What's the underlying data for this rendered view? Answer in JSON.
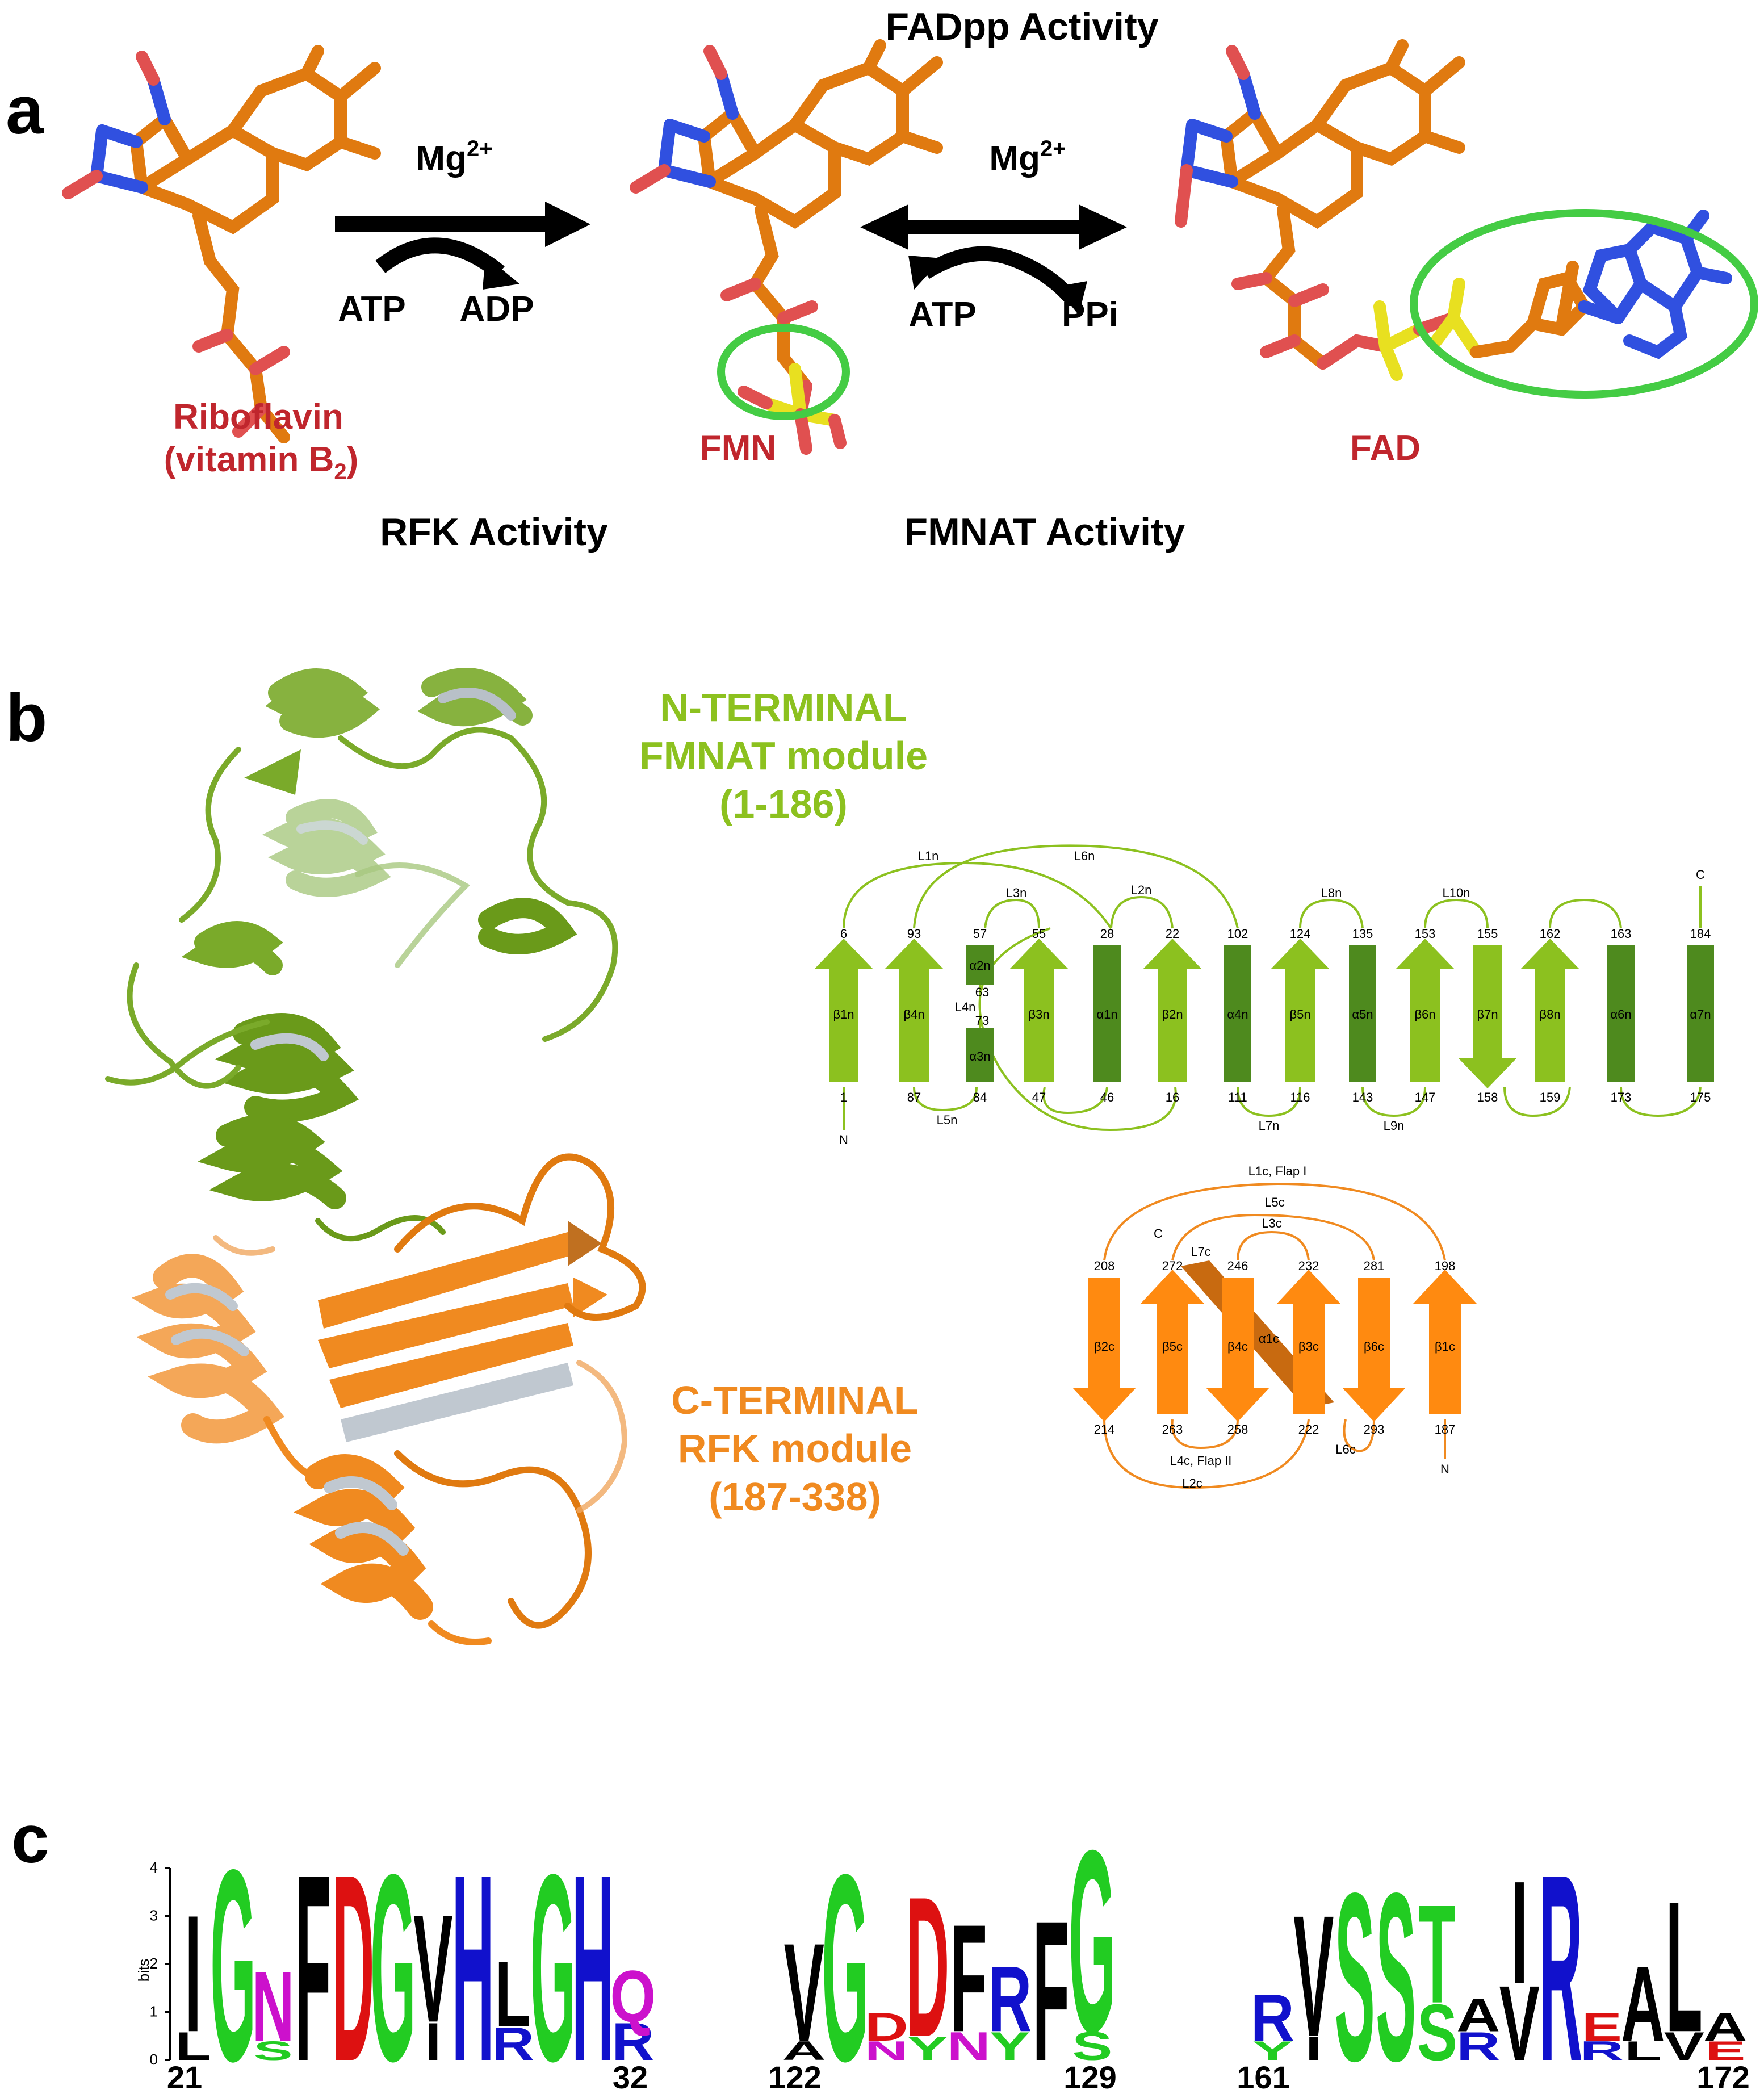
{
  "panel_a": {
    "label": "a",
    "top_title": "FADpp Activity",
    "reaction1": {
      "cofactor_base": "Mg",
      "cofactor_sup": "2+",
      "substrate": "ATP",
      "product": "ADP"
    },
    "reaction2": {
      "cofactor_base": "Mg",
      "cofactor_sup": "2+",
      "substrate": "ATP",
      "product": "PPi"
    },
    "molecules": {
      "riboflavin_line1": "Riboflavin",
      "riboflavin_line2_prefix": "(vitamin B",
      "riboflavin_line2_sub": "2",
      "riboflavin_line2_suffix": ")",
      "fmn": "FMN",
      "fad": "FAD"
    },
    "activity_rfk": "RFK Activity",
    "activity_fmnat": "FMNAT Activity"
  },
  "panel_b": {
    "label": "b",
    "n_module": {
      "line1": "N-TERMINAL",
      "line2": "FMNAT module",
      "line3": "(1-186)"
    },
    "c_module": {
      "line1": "C-TERMINAL",
      "line2": "RFK module",
      "line3": "(187-338)"
    },
    "n_topology": {
      "elements": [
        {
          "label": "β1n",
          "type": "up",
          "top": "6",
          "bottom": "1"
        },
        {
          "label": "β4n",
          "type": "up",
          "top": "93",
          "bottom": "87"
        },
        {
          "label": "β3n",
          "type": "up",
          "top": "55",
          "bottom": "47"
        },
        {
          "label": "α1n",
          "type": "helix",
          "top": "28",
          "bottom": "46"
        },
        {
          "label": "β2n",
          "type": "up",
          "top": "22",
          "bottom": "16"
        },
        {
          "label": "α4n",
          "type": "helix",
          "top": "102",
          "bottom": "111"
        },
        {
          "label": "β5n",
          "type": "up",
          "top": "124",
          "bottom": "116"
        },
        {
          "label": "α5n",
          "type": "helix",
          "top": "135",
          "bottom": "143"
        },
        {
          "label": "β6n",
          "type": "up",
          "top": "153",
          "bottom": "147"
        },
        {
          "label": "β7n",
          "type": "down",
          "top": "155",
          "bottom": "158"
        },
        {
          "label": "β8n",
          "type": "up",
          "top": "162",
          "bottom": "159"
        },
        {
          "label": "α6n",
          "type": "helix",
          "top": "163",
          "bottom": "173"
        },
        {
          "label": "α7n",
          "type": "helix",
          "top": "184",
          "bottom": "175"
        }
      ],
      "small_helices": [
        {
          "label": "α2n",
          "top": "57"
        },
        {
          "label": "α3n",
          "bottom": "84"
        }
      ],
      "mid_numbers": [
        "63",
        "73"
      ],
      "loops_top": [
        "L1n",
        "L6n",
        "L3n",
        "L2n",
        "L8n",
        "L10n"
      ],
      "loops_bottom": [
        "L5n",
        "L7n",
        "L9n"
      ],
      "loop_l4n": "L4n",
      "n_term": "N",
      "c_term": "C"
    },
    "c_topology": {
      "elements": [
        {
          "label": "β2c",
          "type": "down",
          "top": "208",
          "bottom": "214"
        },
        {
          "label": "β5c",
          "type": "up",
          "top": "272",
          "bottom": "263"
        },
        {
          "label": "β4c",
          "type": "down",
          "top": "246",
          "bottom": "258"
        },
        {
          "label": "β3c",
          "type": "up",
          "top": "232",
          "bottom": "222"
        },
        {
          "label": "β6c",
          "type": "down",
          "top": "281",
          "bottom": "293"
        },
        {
          "label": "β1c",
          "type": "up",
          "top": "198",
          "bottom": "187"
        }
      ],
      "helix_label": "α1c",
      "loops": [
        "L1c, Flap I",
        "L5c",
        "L3c",
        "L7c",
        "L4c, Flap II",
        "L2c",
        "L6c"
      ],
      "n_term": "N",
      "c_term": "C"
    }
  },
  "panel_c": {
    "label": "c",
    "axis_label": "bits",
    "y_ticks": [
      "0",
      "1",
      "2",
      "3",
      "4"
    ],
    "logos": [
      {
        "start": "21",
        "end": "32"
      },
      {
        "start": "122",
        "end": "129"
      },
      {
        "start": "161",
        "end": "172"
      }
    ],
    "colors": {
      "G": "#22cc22",
      "S": "#22cc22",
      "T": "#22cc22",
      "Y": "#22cc22",
      "D": "#dd1111",
      "E": "#dd1111",
      "H": "#1111cc",
      "R": "#1111cc",
      "K": "#1111cc",
      "N": "#cc11cc",
      "Q": "#cc11cc",
      "F": "#000000",
      "L": "#000000",
      "V": "#000000",
      "I": "#000000",
      "A": "#000000"
    }
  }
}
